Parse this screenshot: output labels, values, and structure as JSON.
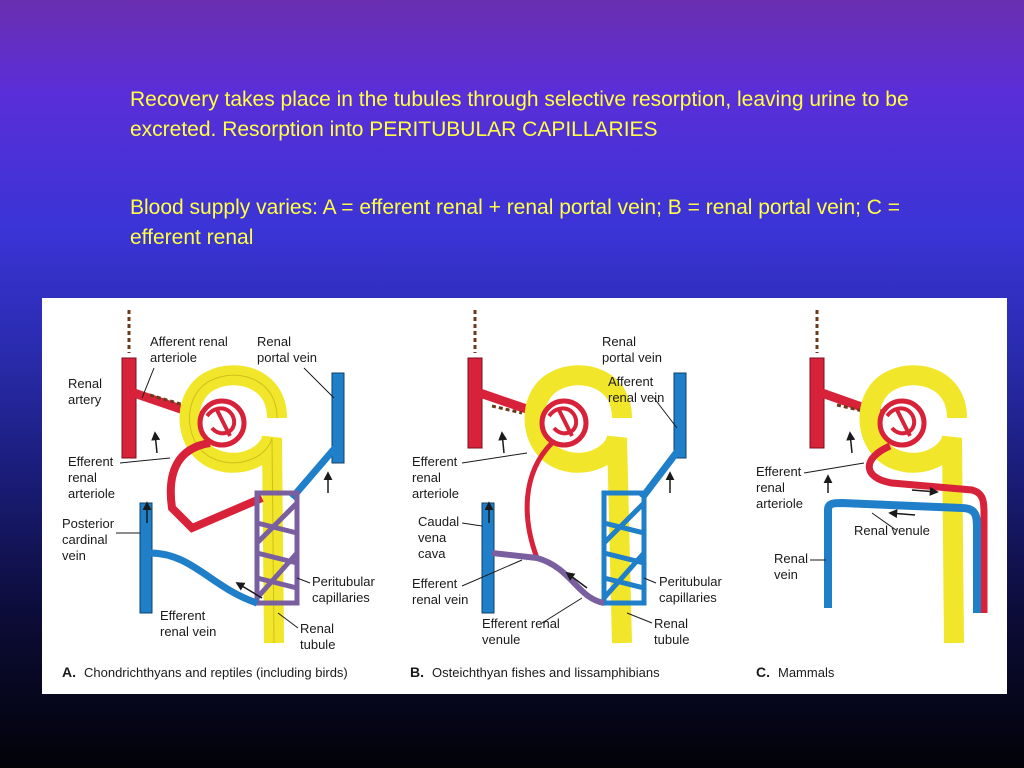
{
  "slide": {
    "paragraph1": "Recovery takes place in the tubules through selective resorption, leaving urine to be excreted.  Resorption into PERITUBULAR CAPILLARIES",
    "paragraph2": "Blood supply varies: A = efferent renal + renal portal vein; B = renal portal vein; C = efferent renal"
  },
  "figure": {
    "panelA": {
      "labels": {
        "afferent1": "Afferent renal",
        "afferent2": "arteriole",
        "portal1": "Renal",
        "portal2": "portal vein",
        "artery1": "Renal",
        "artery2": "artery",
        "efferent1": "Efferent",
        "efferent2": "renal",
        "efferent3": "arteriole",
        "posterior1": "Posterior",
        "posterior2": "cardinal",
        "posterior3": "vein",
        "peritubular1": "Peritubular",
        "peritubular2": "capillaries",
        "effvein1": "Efferent",
        "effvein2": "renal vein",
        "tubule1": "Renal",
        "tubule2": "tubule"
      },
      "caption_letter": "A.",
      "caption": "Chondrichthyans and reptiles (including birds)"
    },
    "panelB": {
      "labels": {
        "portal1": "Renal",
        "portal2": "portal vein",
        "affvein1": "Afferent",
        "affvein2": "renal vein",
        "efferent1": "Efferent",
        "efferent2": "renal",
        "efferent3": "arteriole",
        "caudal1": "Caudal",
        "caudal2": "vena",
        "caudal3": "cava",
        "effvein1": "Efferent",
        "effvein2": "renal vein",
        "peritubular1": "Peritubular",
        "peritubular2": "capillaries",
        "venule1": "Efferent renal",
        "venule2": "venule",
        "tubule1": "Renal",
        "tubule2": "tubule"
      },
      "caption_letter": "B.",
      "caption": "Osteichthyan fishes and lissamphibians"
    },
    "panelC": {
      "labels": {
        "efferent1": "Efferent",
        "efferent2": "renal",
        "efferent3": "arteriole",
        "venule": "Renal venule",
        "vein1": "Renal",
        "vein2": "vein"
      },
      "caption_letter": "C.",
      "caption": "Mammals"
    },
    "colors": {
      "artery": "#d8223a",
      "vein": "#1f7fc8",
      "tubule": "#f2e62a",
      "capillary": "#7a5fa0"
    }
  }
}
